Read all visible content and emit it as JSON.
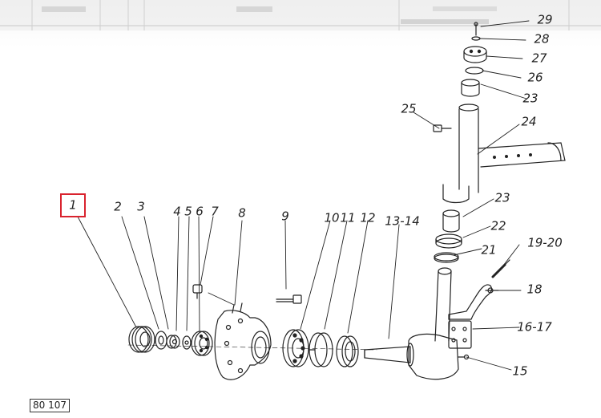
{
  "labels": {
    "l1": "1",
    "l2": "2",
    "l3": "3",
    "l4": "4",
    "l5": "5",
    "l6": "6",
    "l7": "7",
    "l8": "8",
    "l9": "9",
    "l10": "10",
    "l11": "11",
    "l12": "12",
    "l13_14": "13-14",
    "l15": "15",
    "l16_17": "16-17",
    "l18": "18",
    "l19_20": "19-20",
    "l21": "21",
    "l22": "22",
    "l23_lower": "23",
    "l23_upper": "23",
    "l24": "24",
    "l25": "25",
    "l26": "26",
    "l27": "27",
    "l28": "28",
    "l29": "29"
  },
  "highlighted_label": "1",
  "highlight_color": "#d9232e",
  "figure_code": "80 107"
}
